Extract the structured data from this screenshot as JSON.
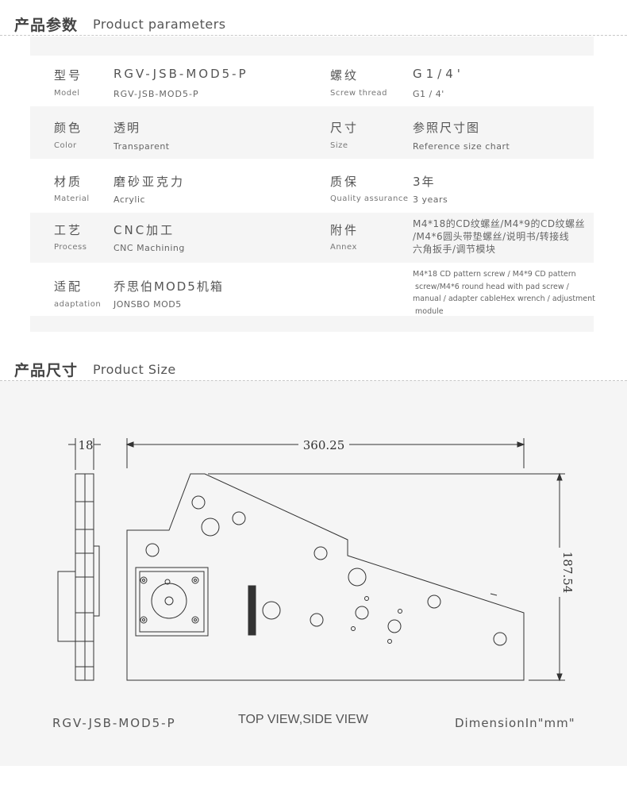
{
  "params_section": {
    "title_zh": "产品参数",
    "title_en": "Product parameters"
  },
  "params": [
    {
      "label_zh": "型号",
      "label_en": "Model",
      "value_zh": "RGV-JSB-MOD5-P",
      "value_en": "RGV-JSB-MOD5-P",
      "label2_zh": "螺纹",
      "label2_en": "Screw thread",
      "value2_zh": "G1/4'",
      "value2_en": "G1 / 4'"
    },
    {
      "label_zh": "颜色",
      "label_en": "Color",
      "value_zh": "透明",
      "value_en": "Transparent",
      "label2_zh": "尺寸",
      "label2_en": "Size",
      "value2_zh": "参照尺寸图",
      "value2_en": "Reference size chart"
    },
    {
      "label_zh": "材质",
      "label_en": "Material",
      "value_zh": "磨砂亚克力",
      "value_en": "Acrylic",
      "label2_zh": "质保",
      "label2_en": "Quality assurance",
      "value2_zh": "3年",
      "value2_en": "3 years"
    },
    {
      "label_zh": "工艺",
      "label_en": "Process",
      "value_zh": "CNC加工",
      "value_en": "CNC Machining",
      "label2_zh": "附件",
      "label2_en": "Annex",
      "value2_zh_lines": [
        "M4*18的CD纹螺丝/M4*9的CD纹螺丝",
        "/M4*6圆头带垫螺丝/说明书/转接线",
        "六角扳手/调节模块"
      ]
    },
    {
      "label_zh": "适配",
      "label_en": "adaptation",
      "value_zh": "乔思伯MOD5机箱",
      "value_en": "JONSBO MOD5",
      "value2_en_lines": [
        "M4*18 CD pattern screw / M4*9 CD pattern",
        " screw/M4*6 round head with pad screw /",
        "manual / adapter cableHex wrench / adjustment",
        " module"
      ]
    }
  ],
  "size_section": {
    "title_zh": "产品尺寸",
    "title_en": "Product Size"
  },
  "drawing": {
    "dim_width": "360.25",
    "dim_height": "187.54",
    "dim_thickness": "18",
    "plate_label": "RGV-JSB-MOD5-P"
  },
  "captions": {
    "model": "RGV-JSB-MOD5-P",
    "views": "TOP VIEW,SIDE VIEW",
    "unit": "DimensionIn\"mm\""
  }
}
